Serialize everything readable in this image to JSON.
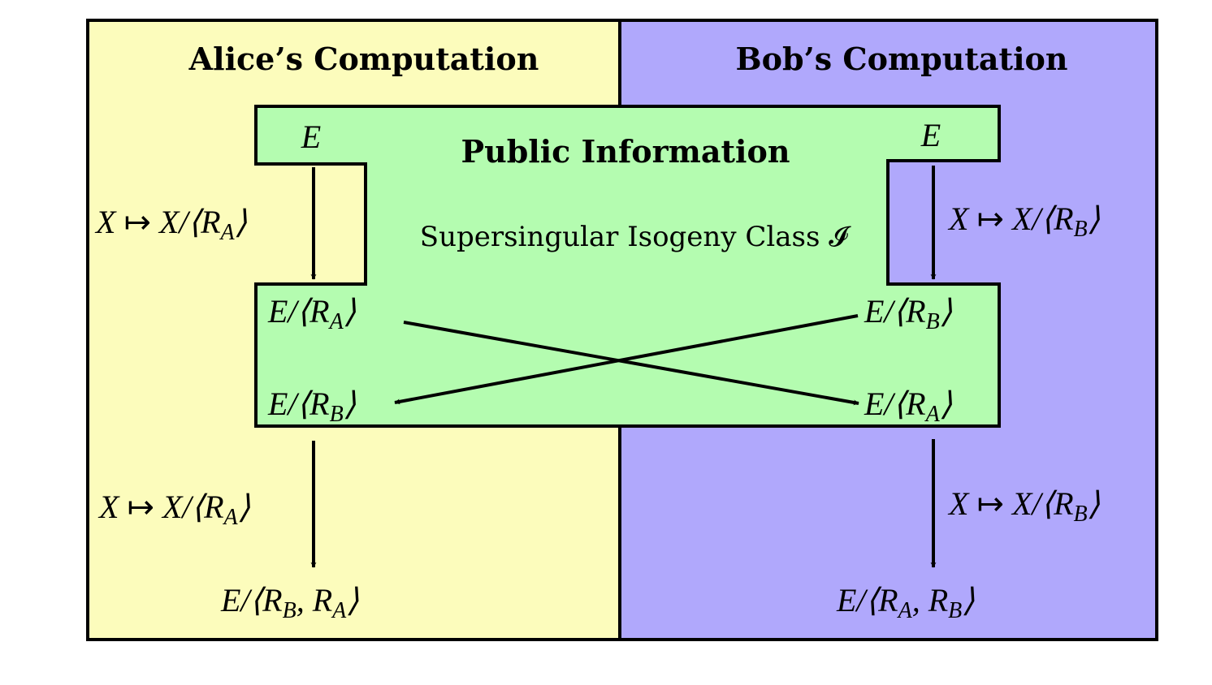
{
  "colors": {
    "alice_bg": "#fcfcbc",
    "bob_bg": "#b0a8fc",
    "public_bg": "#b4fcb0",
    "stroke": "#000000"
  },
  "alice": {
    "title": "Alice’s Computation"
  },
  "bob": {
    "title": "Bob’s Computation"
  },
  "public": {
    "title": "Public Information",
    "subtitle": "Supersingular Isogeny Class 𝓘"
  }
}
